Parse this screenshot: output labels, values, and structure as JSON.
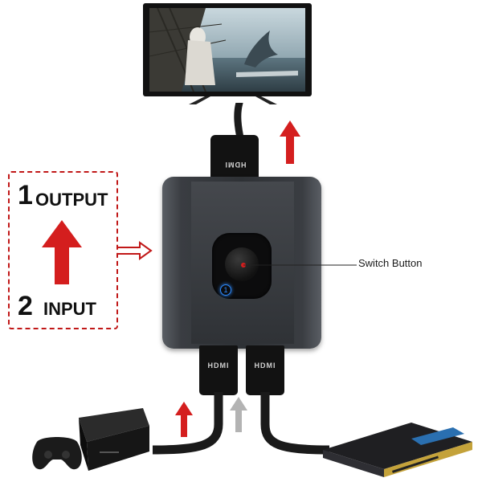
{
  "callout": {
    "output_number": "1",
    "output_label": "OUTPUT",
    "input_number": "2",
    "input_label": "INPUT"
  },
  "switch": {
    "button_label": "Switch Button",
    "port_top_label": "HDMI",
    "port_bottom_left_label": "HDMI",
    "port_bottom_right_label": "HDMI",
    "indicator": "1"
  },
  "colors": {
    "arrow_red": "#d41e1e",
    "arrow_gray": "#b3b3b3",
    "dashed_border": "#c11818",
    "switch_body": "#3a3d42"
  },
  "icons": {
    "tv": "television-icon",
    "console": "game-console-icon",
    "controller": "gamepad-icon",
    "dvd": "dvd-player-icon"
  }
}
